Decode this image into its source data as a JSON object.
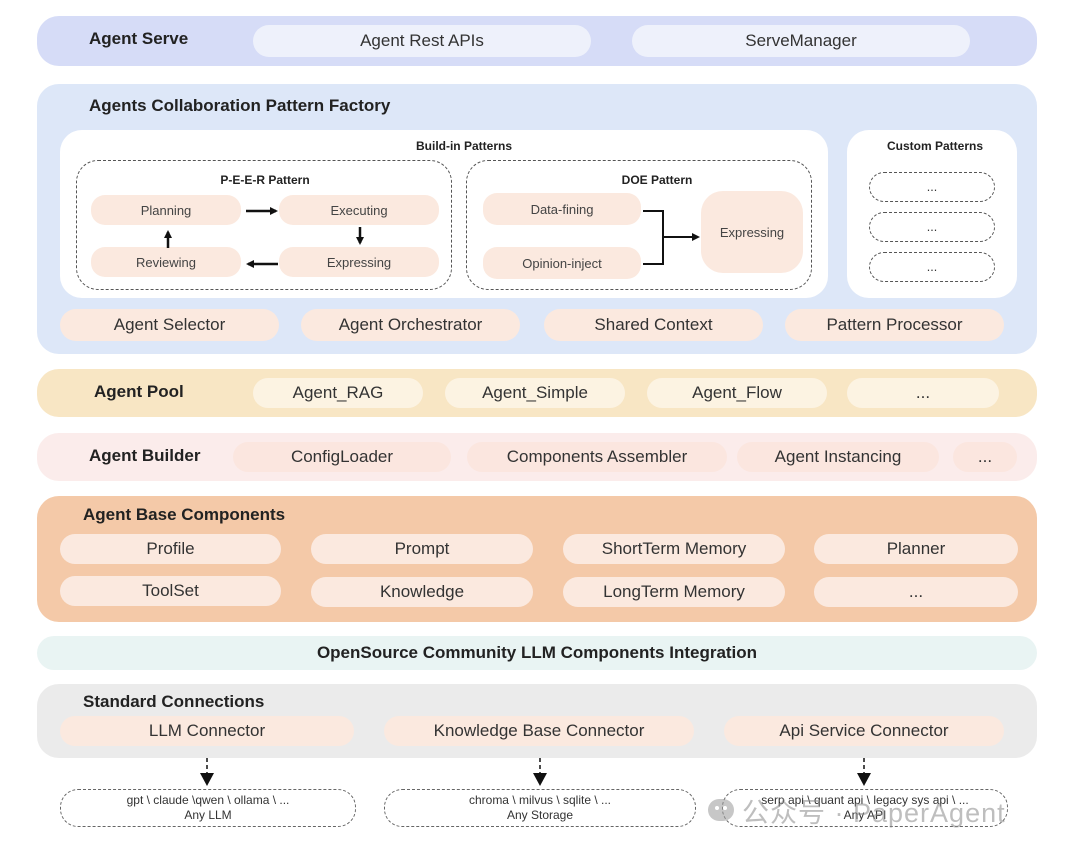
{
  "serve": {
    "title": "Agent Serve",
    "items": [
      "Agent Rest APIs",
      "ServeManager"
    ]
  },
  "factory": {
    "title": "Agents Collaboration Pattern Factory",
    "buildin_title": "Build-in Patterns",
    "peer": {
      "title": "P-E-E-R Pattern",
      "planning": "Planning",
      "executing": "Executing",
      "reviewing": "Reviewing",
      "expressing": "Expressing"
    },
    "doe": {
      "title": "DOE Pattern",
      "data": "Data-fining",
      "opinion": "Opinion-inject",
      "expressing": "Expressing"
    },
    "custom": {
      "title": "Custom Patterns",
      "items": [
        "...",
        "...",
        "..."
      ]
    },
    "bottom": [
      "Agent Selector",
      "Agent Orchestrator",
      "Shared Context",
      "Pattern Processor"
    ]
  },
  "pool": {
    "title": "Agent Pool",
    "items": [
      "Agent_RAG",
      "Agent_Simple",
      "Agent_Flow",
      "..."
    ]
  },
  "builder": {
    "title": "Agent Builder",
    "items": [
      "ConfigLoader",
      "Components Assembler",
      "Agent Instancing",
      "..."
    ]
  },
  "base": {
    "title": "Agent Base Components",
    "row1": [
      "Profile",
      "Prompt",
      "ShortTerm Memory",
      "Planner"
    ],
    "row2": [
      "ToolSet",
      "Knowledge",
      "LongTerm Memory",
      "..."
    ]
  },
  "community": {
    "title": "OpenSource Community LLM Components Integration"
  },
  "standard": {
    "title": "Standard Connections",
    "items": [
      "LLM Connector",
      "Knowledge Base Connector",
      "Api Service Connector"
    ]
  },
  "connections": [
    {
      "line1": "gpt \\ claude \\qwen \\ ollama \\ ...",
      "line2": "Any LLM"
    },
    {
      "line1": "chroma \\ milvus \\ sqlite \\ ...",
      "line2": "Any Storage"
    },
    {
      "line1": "serp api \\ quant api \\ legacy sys api \\ ...",
      "line2": "Any API"
    }
  ],
  "watermark": "公众号 · PaperAgent",
  "colors": {
    "serve": "#d6dcf7",
    "factory": "#dde7f8",
    "pool": "#f8e6c4",
    "builder": "#fbeceb",
    "base": "#f4c9a8",
    "community": "#e9f4f3",
    "standard": "#ebebeb"
  }
}
